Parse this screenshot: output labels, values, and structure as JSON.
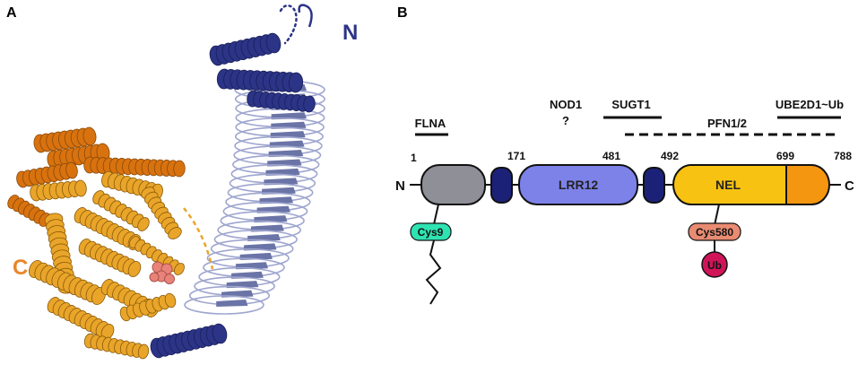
{
  "panel_a": {
    "letter": "A",
    "n_label": "N",
    "c_label": "C",
    "colors": {
      "n_helix": "#2b3486",
      "lrr": "#c3c8e2",
      "nel_main": "#e9a52a",
      "nel_cap": "#d8720f",
      "active_site": "#e8837a",
      "n_label": "#2b3486",
      "c_label": "#e9862a"
    }
  },
  "panel_b": {
    "letter": "B",
    "partners": {
      "flna": "FLNA",
      "nod1": "NOD1",
      "nod1_q": "?",
      "sugt1": "SUGT1",
      "pfn": "PFN1/2",
      "ube": "UBE2D1~Ub"
    },
    "positions": {
      "p1": "1",
      "p171": "171",
      "p481": "481",
      "p492": "492",
      "p699": "699",
      "p788": "788"
    },
    "termini": {
      "n": "N",
      "c": "C"
    },
    "domains": {
      "lrr": "LRR12",
      "nel": "NEL"
    },
    "modifications": {
      "cys9": "Cys9",
      "cys580": "Cys580",
      "ub": "Ub"
    },
    "colors": {
      "nterm": "#8e8f97",
      "cap": "#1c2178",
      "lrr": "#7d82e9",
      "nel": "#f8c212",
      "nel_end": "#f4960f",
      "cys9": "#2ee3b2",
      "cys580": "#e98b72",
      "ub": "#d0145a"
    }
  }
}
